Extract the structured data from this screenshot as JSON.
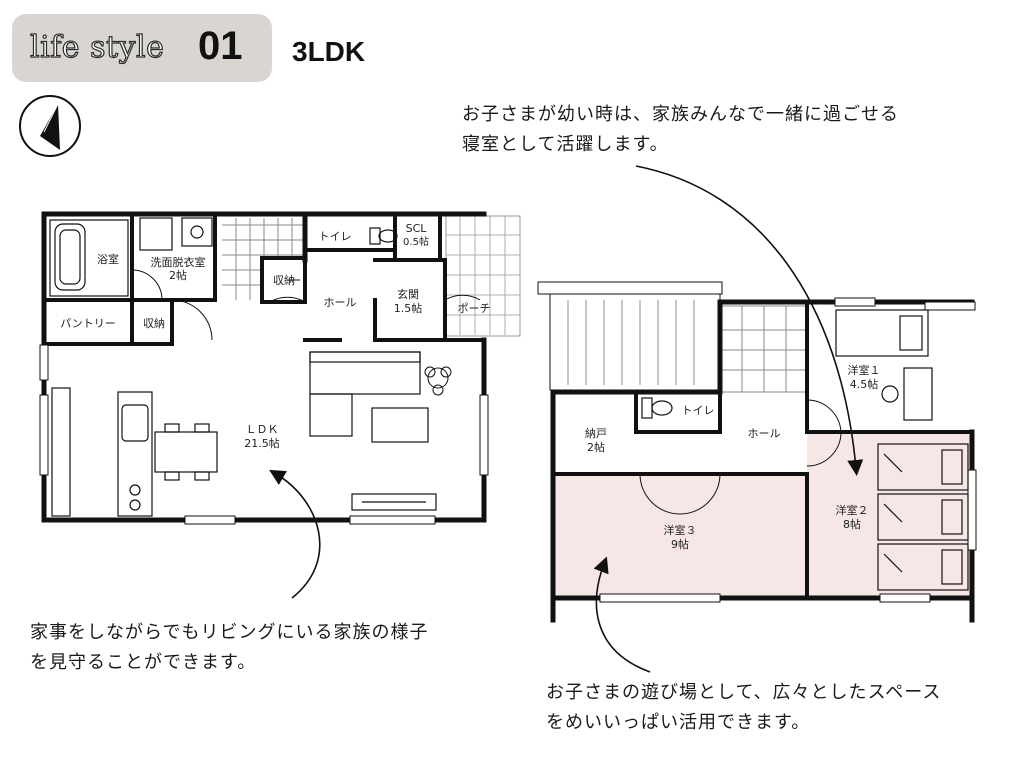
{
  "header": {
    "badge_style": "life style",
    "badge_number": "01",
    "plan_type": "3LDK"
  },
  "notes": {
    "top_right": [
      "お子さまが幼い時は、家族みんなで一緒に過ごせる",
      "寝室として活躍します。"
    ],
    "bottom_left": [
      "家事をしながらでもリビングにいる家族の様子",
      "を見守ることができます。"
    ],
    "bottom_right": [
      "お子さまの遊び場として、広々としたスペース",
      "をめいいっぱい活用できます。"
    ]
  },
  "floor1": {
    "bath": "浴室",
    "washroom": "洗面脱衣室",
    "washroom_size": "2帖",
    "toilet": "トイレ",
    "scl": "SCL",
    "scl_size": "0.5帖",
    "storage_stair": "収納",
    "hall": "ホール",
    "entrance": "玄関",
    "entrance_size": "1.5帖",
    "porch": "ポーチ",
    "pantry": "パントリー",
    "storage": "収納",
    "ldk": "ＬＤＫ",
    "ldk_size": "21.5帖"
  },
  "floor2": {
    "closet": "納戸",
    "closet_size": "2帖",
    "toilet": "トイレ",
    "hall": "ホール",
    "room1": "洋室１",
    "room1_size": "4.5帖",
    "room2": "洋室２",
    "room2_size": "8帖",
    "room3": "洋室３",
    "room3_size": "9帖"
  },
  "colors": {
    "badge_bg": "#d9d6d2",
    "kids_room_fill": "#f7e6e6",
    "wall": "#111111"
  }
}
